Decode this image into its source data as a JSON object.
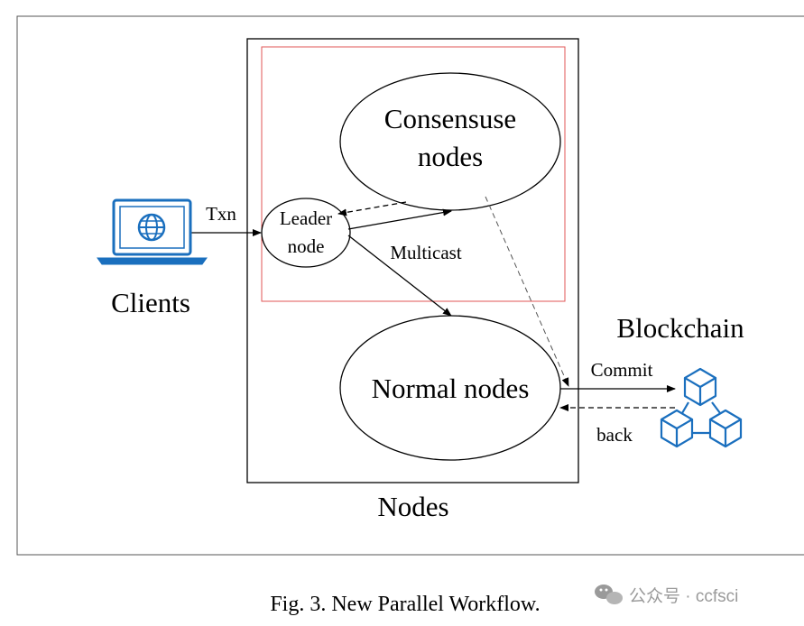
{
  "diagram": {
    "clients_label": "Clients",
    "txn_label": "Txn",
    "leader_label_line1": "Leader",
    "leader_label_line2": "node",
    "consensus_label_line1": "Consensuse",
    "consensus_label_line2": "nodes",
    "multicast_label": "Multicast",
    "normal_label": "Normal nodes",
    "nodes_label": "Nodes",
    "blockchain_label": "Blockchain",
    "commit_label": "Commit",
    "back_label": "back"
  },
  "caption": "Fig. 3.  New Parallel Workflow.",
  "watermark": "公众号 · ccfsci",
  "icons": {
    "clients": "laptop-globe-icon",
    "blockchain": "blockchain-cubes-icon",
    "watermark": "wechat-icon"
  },
  "colors": {
    "consensus_box": "#e05555",
    "icon_blue": "#1a6fbe",
    "watermark_gray": "#9a9a9a"
  }
}
